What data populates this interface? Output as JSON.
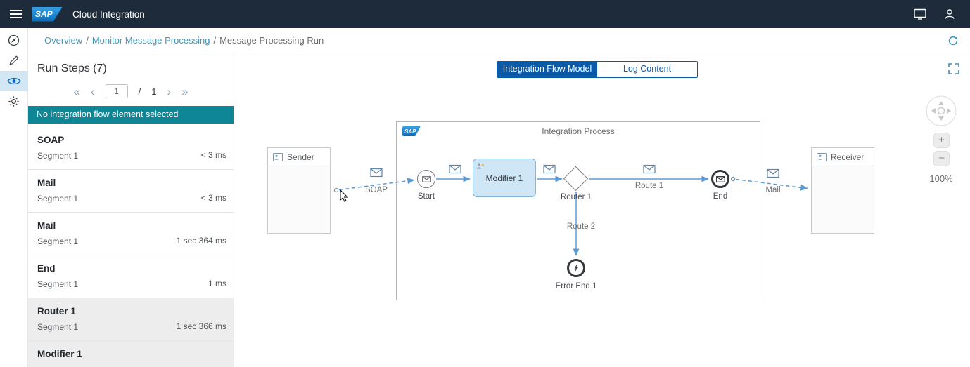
{
  "shell": {
    "logo_text": "SAP",
    "product_title": "Cloud Integration"
  },
  "breadcrumb": {
    "link1": "Overview",
    "sep1": "/",
    "link2": "Monitor Message Processing",
    "sep2": "/",
    "current": "Message Processing Run"
  },
  "run_steps": {
    "title": "Run Steps (7)",
    "pagination": {
      "page": "1",
      "sep": "/",
      "total": "1"
    },
    "banner": "No integration flow element selected",
    "items": [
      {
        "name": "SOAP",
        "segment": "Segment 1",
        "duration": "< 3 ms"
      },
      {
        "name": "Mail",
        "segment": "Segment 1",
        "duration": "< 3 ms"
      },
      {
        "name": "Mail",
        "segment": "Segment 1",
        "duration": "1 sec 364 ms"
      },
      {
        "name": "End",
        "segment": "Segment 1",
        "duration": "1 ms"
      },
      {
        "name": "Router 1",
        "segment": "Segment 1",
        "duration": "1 sec 366 ms"
      },
      {
        "name": "Modifier 1",
        "segment": "",
        "duration": ""
      }
    ]
  },
  "viewer": {
    "tabs": [
      {
        "label": "Integration Flow Model",
        "selected": true
      },
      {
        "label": "Log Content",
        "selected": false
      }
    ],
    "zoom": "100%"
  },
  "diagram": {
    "sender": "Sender",
    "receiver": "Receiver",
    "process_title": "Integration Process",
    "process_logo": "SAP",
    "start_label": "Start",
    "modifier_label": "Modifier 1",
    "router_label": "Router 1",
    "end_label": "End",
    "error_end_label": "Error End 1",
    "soap_label": "SOAP",
    "mail_label": "Mail",
    "route1_label": "Route 1",
    "route2_label": "Route 2"
  },
  "icons": {
    "first_page": "«",
    "prev_page": "‹",
    "next_page": "›",
    "last_page": "»",
    "zoom_in": "+",
    "zoom_out": "−"
  },
  "colors": {
    "shell_bg": "#1d2b3a",
    "banner_teal": "#0e8695",
    "tab_selected_blue": "#0a5aa8",
    "link_blue": "#3f98bd",
    "flow_blue": "#5b9bd5",
    "modifier_fill": "#cfe6f7"
  }
}
